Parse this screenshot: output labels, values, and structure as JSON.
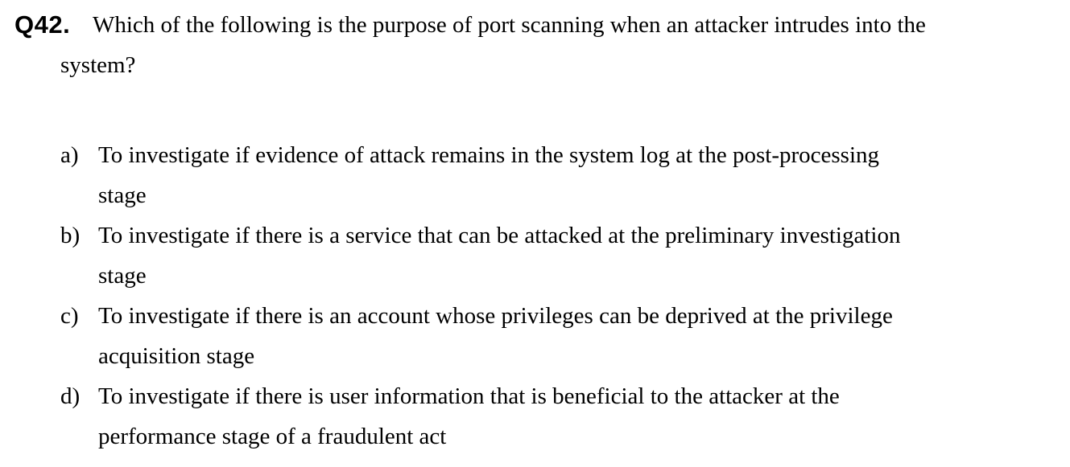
{
  "question": {
    "number": "Q42.",
    "text": "Which of the following is the purpose of port scanning when an attacker intrudes into the\nsystem?"
  },
  "options": [
    {
      "letter": "a)",
      "text": "To investigate if evidence of attack remains in the system log at the post-processing\nstage"
    },
    {
      "letter": "b)",
      "text": "To investigate if there is a service that can be attacked at the preliminary investigation\nstage"
    },
    {
      "letter": "c)",
      "text": "To investigate if there is an account whose privileges can be deprived at the privilege\nacquisition stage"
    },
    {
      "letter": "d)",
      "text": "To investigate if there is user information that is beneficial to the attacker at the\nperformance stage of a fraudulent act"
    }
  ],
  "colors": {
    "background": "#ffffff",
    "text": "#000000"
  }
}
